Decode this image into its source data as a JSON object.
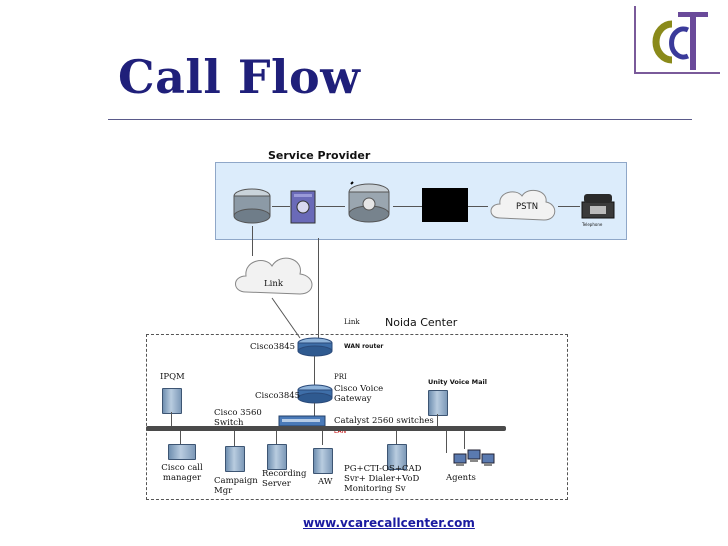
{
  "title": "Call Flow",
  "service_provider": {
    "label": "Service Provider",
    "pstn": "PSTN",
    "telephone": "Telephone"
  },
  "cloud_link": "Link",
  "noida": {
    "link": "Link",
    "label": "Noida Center"
  },
  "devices": {
    "router_top": "Cisco3845",
    "wan_router": "WAN router",
    "router_2": "Cisco3845",
    "pri": "PRI",
    "voice_gateway": "Cisco Voice Gateway",
    "ipqm": "IPQM",
    "unity": "Unity Voice Mail",
    "switch_3560": "Cisco 3560 Switch",
    "catalyst": "Catalyst 2560 switches",
    "lan": "LAN",
    "call_manager": "Cisco call manager",
    "campaign": "Campaign Mgr",
    "recording": "Recording Server",
    "aw": "AW",
    "pg": "PG+CTI-OS+CAD Svr+ Dialer+VoD Monitoring Sv",
    "agents": "Agents"
  },
  "footer": "www.vcarecallcenter.com",
  "colors": {
    "title": "#1f1f7a",
    "provider_bg": "#dcecfb",
    "footer": "#1a1aa0"
  }
}
